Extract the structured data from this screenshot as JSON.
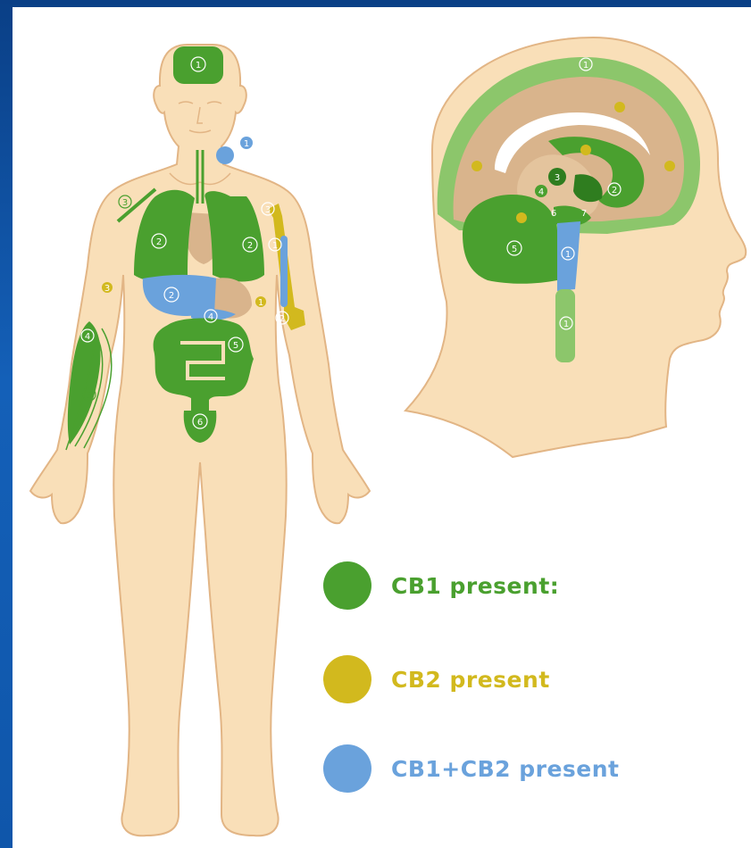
{
  "colors": {
    "skin": "#f9dfb8",
    "skin_outline": "#e2b585",
    "organ_tan": "#d9b48c",
    "cb1": "#4aa02f",
    "cb2": "#d2b91e",
    "both": "#6aa2dc",
    "spine_light": "#8cc66b"
  },
  "legend": [
    {
      "label": "CB1 present:",
      "color": "#4aa02f",
      "icon": "green-dot"
    },
    {
      "label": "CB2 present",
      "color": "#d2b91e",
      "icon": "yellow-dot"
    },
    {
      "label": "CB1+CB2 present",
      "color": "#6aa2dc",
      "icon": "blue-dot"
    }
  ],
  "markers": {
    "brain": "1",
    "lymph": "1",
    "lungs_left": "2",
    "lungs_right": "2",
    "liver": "2",
    "stomach": "4",
    "gi": "5",
    "bladder": "6",
    "arm_upper": "3",
    "arm_lower_a": "4",
    "arm_lower_b": "3",
    "bone_upper": "3",
    "bone_mid": "1",
    "bone_lower": "2",
    "cb2_left": "3",
    "cb2_small": "1",
    "head_outer": "1",
    "cerebellum": "5",
    "brainstem": "1",
    "spine": "1",
    "inner_a": "4",
    "inner_b": "3",
    "inner_c": "2",
    "inner_d": "6",
    "inner_e": "7"
  }
}
